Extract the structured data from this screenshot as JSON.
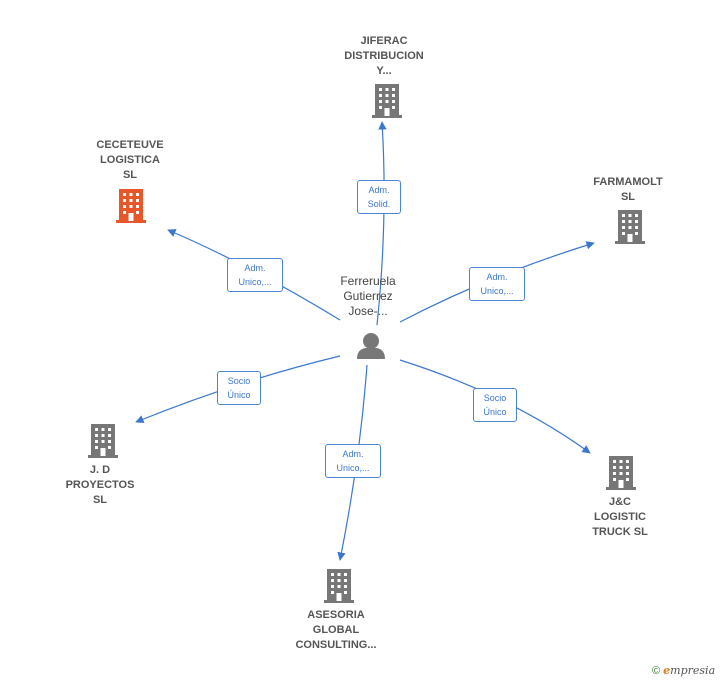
{
  "center": {
    "label": "Ferreruela\nGutierrez\nJose-...",
    "icon": "person-icon"
  },
  "colors": {
    "edge": "#3a78d0",
    "building": "#777777",
    "building_highlight": "#e8572a",
    "label": "#555555"
  },
  "nodes": [
    {
      "id": "jiferac",
      "label": "JIFERAC\nDISTRIBUCION\nY...",
      "icon": "building-icon",
      "highlight": false
    },
    {
      "id": "ceceteuve",
      "label": "CECETEUVE\nLOGISTICA\nSL",
      "icon": "building-icon",
      "highlight": true
    },
    {
      "id": "farmamolt",
      "label": "FARMAMOLT\nSL",
      "icon": "building-icon",
      "highlight": false
    },
    {
      "id": "jd",
      "label": "J. D\nPROYECTOS\nSL",
      "icon": "building-icon",
      "highlight": false
    },
    {
      "id": "jc",
      "label": "J&C\nLOGISTIC\nTRUCK  SL",
      "icon": "building-icon",
      "highlight": false
    },
    {
      "id": "asesoria",
      "label": "ASESORIA\nGLOBAL\nCONSULTING...",
      "icon": "building-icon",
      "highlight": false
    }
  ],
  "edges": [
    {
      "to": "jiferac",
      "label": "Adm.\nSolid."
    },
    {
      "to": "ceceteuve",
      "label": "Adm.\nUnico,..."
    },
    {
      "to": "farmamolt",
      "label": "Adm.\nUnico,..."
    },
    {
      "to": "jd",
      "label": "Socio\nÚnico"
    },
    {
      "to": "jc",
      "label": "Socio\nÚnico"
    },
    {
      "to": "asesoria",
      "label": "Adm.\nUnico,..."
    }
  ],
  "footer": {
    "copyright": "©",
    "brand_first": "e",
    "brand_rest": "mpresia"
  }
}
